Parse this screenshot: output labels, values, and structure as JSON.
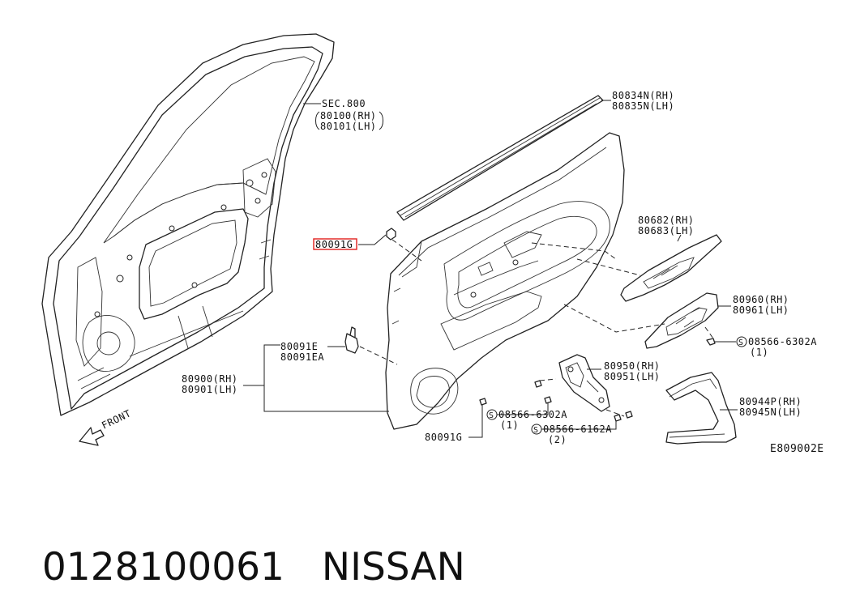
{
  "diagram": {
    "labels": {
      "sec800": "SEC.800",
      "door_rh": "80100(RH)",
      "door_lh": "80101(LH)",
      "weatherstrip_rh": "80834N(RH)",
      "weatherstrip_lh": "80835N(LH)",
      "clip_highlight": "80091G",
      "finisher_rh": "80682(RH)",
      "finisher_lh": "80683(LH)",
      "switch_rh": "80960(RH)",
      "switch_lh": "80961(LH)",
      "screw_a": "08566-6302A",
      "screw_a_qty": "(1)",
      "clip_e": "80091E",
      "clip_ea": "80091EA",
      "trim_rh": "80900(RH)",
      "trim_lh": "80901(LH)",
      "bracket_rh": "80950(RH)",
      "bracket_lh": "80951(LH)",
      "screw_b": "08566-6302A",
      "screw_b_qty": "(1)",
      "screw_c": "08566-6162A",
      "screw_c_qty": "(2)",
      "clip_g_bottom": "80091G",
      "pull_rh": "80944P(RH)",
      "pull_lh": "80945N(LH)",
      "front": "FRONT",
      "screw_symbol": "S",
      "code": "E809002E"
    },
    "highlight_color": "#e0201c"
  },
  "footer": {
    "part_number": "0128100061",
    "brand": "NISSAN"
  }
}
